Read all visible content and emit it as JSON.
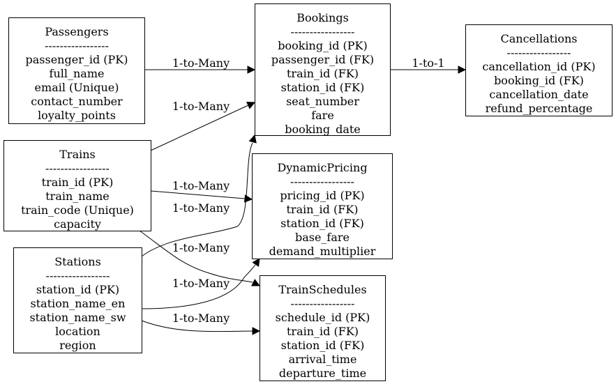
{
  "entities": {
    "passengers": {
      "title": "Passengers",
      "separator": "-----------------",
      "fields": [
        "passenger_id (PK)",
        "full_name",
        "email (Unique)",
        "contact_number",
        "loyalty_points"
      ]
    },
    "bookings": {
      "title": "Bookings",
      "separator": "-----------------",
      "fields": [
        "booking_id (PK)",
        "passenger_id (FK)",
        "train_id (FK)",
        "station_id (FK)",
        "seat_number",
        "fare",
        "booking_date"
      ]
    },
    "cancellations": {
      "title": "Cancellations",
      "separator": "-----------------",
      "fields": [
        "cancellation_id (PK)",
        "booking_id (FK)",
        "cancellation_date",
        "refund_percentage"
      ]
    },
    "trains": {
      "title": "Trains",
      "separator": "-----------------",
      "fields": [
        "train_id (PK)",
        "train_name",
        "train_code (Unique)",
        "capacity"
      ]
    },
    "dynamic_pricing": {
      "title": "DynamicPricing",
      "separator": "-----------------",
      "fields": [
        "pricing_id (PK)",
        "train_id (FK)",
        "station_id (FK)",
        "base_fare",
        "demand_multiplier"
      ]
    },
    "stations": {
      "title": "Stations",
      "separator": "-----------------",
      "fields": [
        "station_id (PK)",
        "station_name_en",
        "station_name_sw",
        "location",
        "region"
      ]
    },
    "train_schedules": {
      "title": "TrainSchedules",
      "separator": "-----------------",
      "fields": [
        "schedule_id (PK)",
        "train_id (FK)",
        "station_id (FK)",
        "arrival_time",
        "departure_time"
      ]
    }
  },
  "relationships": {
    "passengers_bookings": "1-to-Many",
    "bookings_cancellations": "1-to-1",
    "trains_bookings": "1-to-Many",
    "trains_dynamic_pricing": "1-to-Many",
    "stations_bookings": "1-to-Many",
    "trains_train_schedules": "1-to-Many",
    "stations_dynamic_pricing": "1-to-Many",
    "stations_train_schedules": "1-to-Many"
  }
}
